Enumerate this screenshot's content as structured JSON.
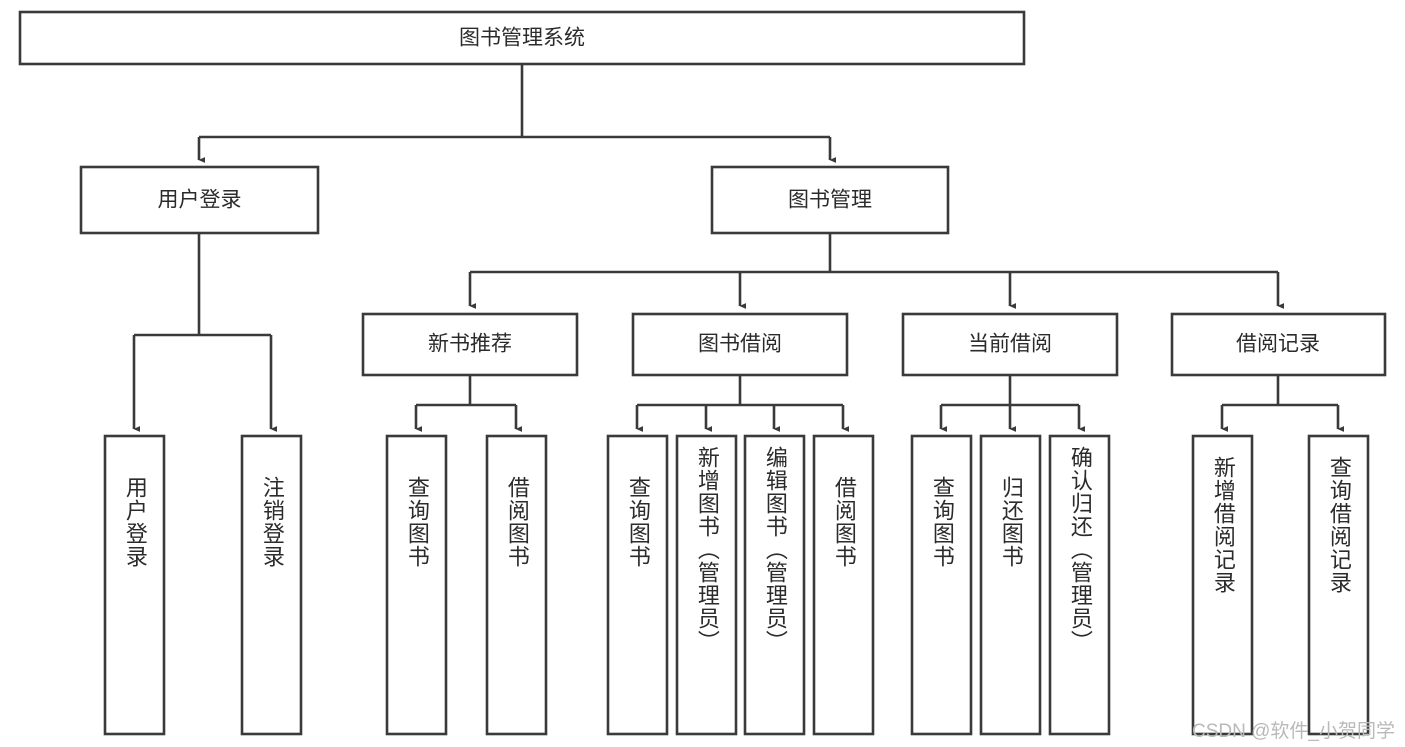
{
  "diagram": {
    "type": "tree",
    "title": "图书管理系统",
    "watermark": "CSDN @软件_小贺同学",
    "colors": {
      "stroke": "#3a3a3a",
      "fill": "#ffffff",
      "text": "#2b2b2b",
      "watermark": "#b9b9b9"
    },
    "levels": {
      "root": {
        "label": "图书管理系统"
      },
      "level2": [
        {
          "label": "用户登录"
        },
        {
          "label": "图书管理"
        }
      ],
      "level3": [
        {
          "label": "新书推荐"
        },
        {
          "label": "图书借阅"
        },
        {
          "label": "当前借阅"
        },
        {
          "label": "借阅记录"
        }
      ]
    },
    "leaves": {
      "user_login": [
        {
          "label": "用户登录"
        },
        {
          "label": "注销登录"
        }
      ],
      "new_book_recommend": [
        {
          "label": "查询图书"
        },
        {
          "label": "借阅图书"
        }
      ],
      "book_borrow": [
        {
          "label": "查询图书"
        },
        {
          "label": "新增图书（管理员）"
        },
        {
          "label": "编辑图书（管理员）"
        },
        {
          "label": "借阅图书"
        }
      ],
      "current_borrow": [
        {
          "label": "查询图书"
        },
        {
          "label": "归还图书"
        },
        {
          "label": "确认归还（管理员）"
        }
      ],
      "borrow_record": [
        {
          "label": "新增借阅记录"
        },
        {
          "label": "查询借阅记录"
        }
      ]
    }
  }
}
